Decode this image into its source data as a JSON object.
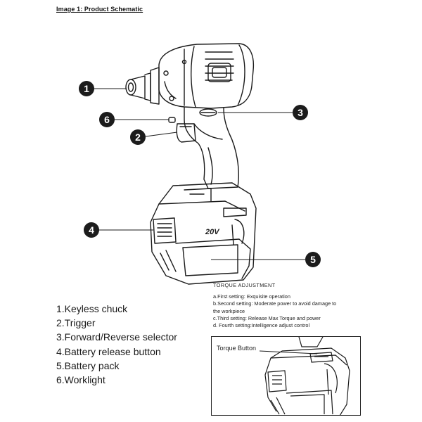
{
  "title": "Image 1: Product Schematic",
  "callouts": [
    "1",
    "2",
    "3",
    "4",
    "5",
    "6"
  ],
  "parts": [
    "1.Keyless chuck",
    "2.Trigger",
    "3.Forward/Reverse selector",
    "4.Battery release button",
    "5.Battery pack",
    "6.Worklight"
  ],
  "battery_label": "20V",
  "torque": {
    "title": "TORQUE ADJUSTMENT",
    "lines": [
      "a.First setting: Exquisite operation",
      "b.Second setting: Moderate power to avoid damage to",
      "the workpiece",
      "c.Third setting: Release Max Torque and power",
      "d. Fourth setting:Intelligence adjust control"
    ],
    "button_label": "Torque Button"
  }
}
